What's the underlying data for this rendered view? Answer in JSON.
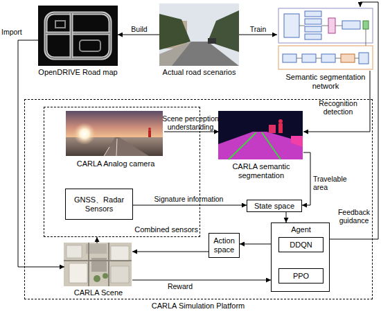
{
  "diagram": {
    "nodes": [
      {
        "text": [
          "OpenDRIVE Road map"
        ]
      },
      {
        "text": [
          "Actual road scenarios"
        ]
      },
      {
        "text": [
          "Semantic segmentation network"
        ]
      },
      {
        "text": [
          "CARLA Simulation Platform"
        ]
      },
      {
        "text": [
          "Combined sensors"
        ],
        "in": 3
      },
      {
        "text": [
          "CARLA Analog camera"
        ],
        "in": 4
      },
      {
        "text": [
          "GNSS、Radar Sensors"
        ],
        "in": 4
      },
      {
        "text": [
          "CARLA semantic segmentation"
        ],
        "in": 3
      },
      {
        "text": [
          "State space"
        ],
        "in": 3
      },
      {
        "text": [
          "Agent"
        ],
        "in": 3
      },
      {
        "text": [
          "DDQN"
        ],
        "in": 9
      },
      {
        "text": [
          "PPO"
        ],
        "in": 9
      },
      {
        "text": [
          "Action space"
        ],
        "in": 3
      },
      {
        "text": [
          "CARLA Scene"
        ],
        "in": 3
      }
    ],
    "edges": [
      {
        "from": 1,
        "to": 0,
        "label": "Build",
        "arrow": "to"
      },
      {
        "from": 1,
        "to": 2,
        "label": "Train",
        "arrow": "to"
      },
      {
        "from": 0,
        "to": 13,
        "label": "Import",
        "arrow": "to"
      },
      {
        "from": 2,
        "to": 7,
        "label": "Recognition detection",
        "arrow": "to"
      },
      {
        "from": 5,
        "to": 7,
        "label": "Scene perception understanding",
        "arrow": "to"
      },
      {
        "from": 7,
        "to": 8,
        "label": "Travelable area",
        "arrow": "to"
      },
      {
        "from": 6,
        "to": 8,
        "label": "Signature information",
        "arrow": "to"
      },
      {
        "from": 8,
        "to": 9,
        "arrow": "to"
      },
      {
        "from": 9,
        "to": 12,
        "arrow": "to"
      },
      {
        "from": 12,
        "to": 13,
        "arrow": "to"
      },
      {
        "from": 13,
        "to": 9,
        "label": "Reward",
        "arrow": "to"
      },
      {
        "from": 13,
        "to": 4,
        "arrow": "to"
      },
      {
        "from": 9,
        "to": 2,
        "label": "Feedback guidance",
        "arrow": "to"
      }
    ]
  }
}
